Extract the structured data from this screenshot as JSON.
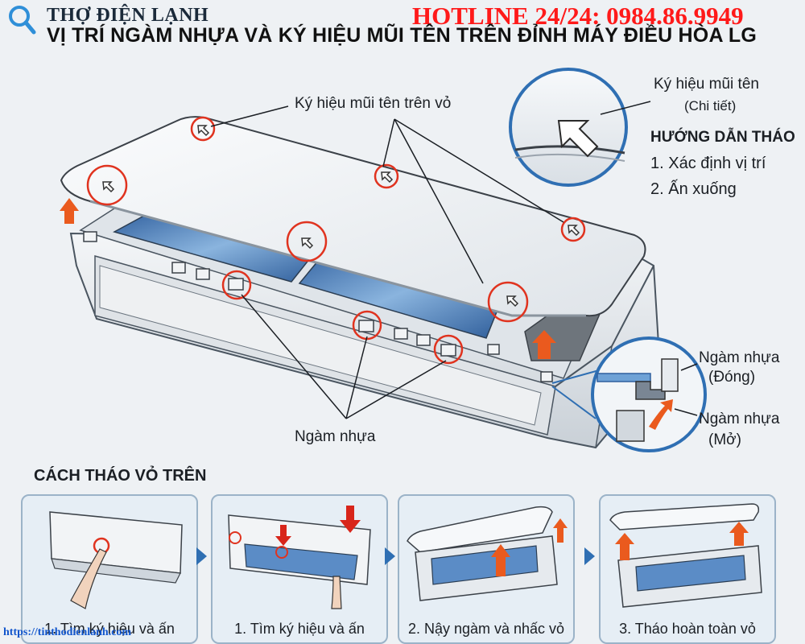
{
  "header": {
    "brand": "THỢ ĐIỆN LẠNH",
    "hotline": "HOTLINE 24/24: 0984.86.9949",
    "title": "VỊ TRÍ NGÀM NHỰA VÀ KÝ HIỆU MŨI TÊN TRÊN ĐỈNH MÁY ĐIỀU HÒA LG",
    "brand_icon": "location-pin-icon"
  },
  "diagram": {
    "arrow_symbol_label": "Ký hiệu mũi tên trên vỏ",
    "latch_label": "Ngàm nhựa",
    "highlight_color": "#e0331f",
    "up_arrow_color": "#ea5a1e"
  },
  "detail": {
    "title": "Ký hiệu mũi tên",
    "subtitle": "(Chi tiết)",
    "guide_title": "HƯỚNG DẪN THÁO",
    "steps": [
      "1. Xác định vị trí",
      "2. Ấn xuống"
    ]
  },
  "latch_detail": {
    "closed_label": "Ngàm nhựa",
    "closed_state": "(Đóng)",
    "open_label": "Ngàm nhựa",
    "open_state": "(Mở)",
    "accent": "#2f6fb3"
  },
  "removal": {
    "title": "CÁCH THÁO VỎ TRÊN",
    "steps": [
      {
        "caption": "1. Tìm ký hiệu và ấn"
      },
      {
        "caption": "1. Tìm ký hiệu và ấn"
      },
      {
        "caption": "2. Nậy ngàm và nhấc vỏ"
      },
      {
        "caption": "3. Tháo hoàn toàn vỏ"
      }
    ],
    "step_arrow_color": "#2f6fb3"
  },
  "footer": {
    "website": "https://tinthodienlanh.com"
  }
}
